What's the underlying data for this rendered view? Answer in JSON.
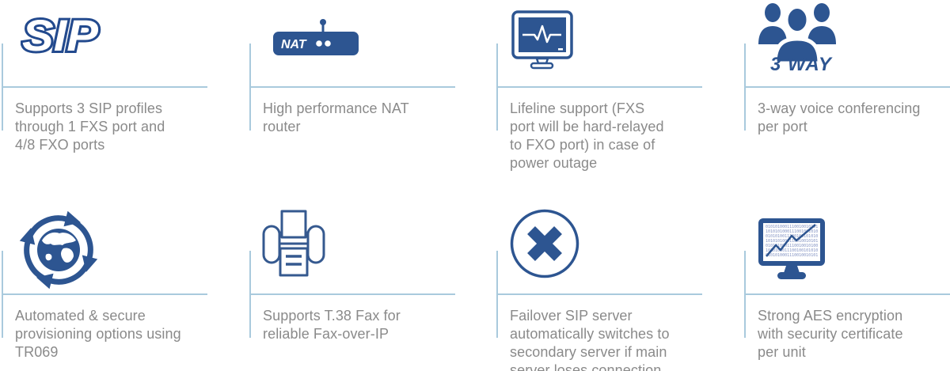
{
  "colors": {
    "primary_blue": "#2d5591",
    "logo_blue": "#234a8e",
    "divider_blue": "#a9cadd",
    "text_gray": "#8a8a8a"
  },
  "features": [
    {
      "name": "sip-profiles",
      "icon": "sip-logo",
      "logo_text": "SIP",
      "description": "Supports 3 SIP profiles\nthrough 1 FXS port and\n4/8 FXO ports"
    },
    {
      "name": "nat-router",
      "icon": "nat-router-icon",
      "logo_text": "NAT",
      "description": "High performance NAT\nrouter"
    },
    {
      "name": "lifeline-support",
      "icon": "heartbeat-monitor-icon",
      "description": "Lifeline support (FXS\nport will be hard-relayed\nto FXO port) in case of\npower outage"
    },
    {
      "name": "three-way-conferencing",
      "icon": "conference-group-icon",
      "logo_text": "3 WAY",
      "description": "3-way voice conferencing\nper port"
    },
    {
      "name": "auto-provisioning",
      "icon": "globe-sync-icon",
      "description": "Automated & secure\nprovisioning options using\nTR069"
    },
    {
      "name": "t38-fax",
      "icon": "fax-printer-icon",
      "description": "Supports T.38 Fax for\nreliable Fax-over-IP"
    },
    {
      "name": "sip-failover",
      "icon": "failover-x-circle-icon",
      "description": "Failover SIP server\nautomatically switches to\nsecondary server if main\nserver loses connection"
    },
    {
      "name": "aes-encryption",
      "icon": "encrypted-screen-icon",
      "description": "Strong AES encryption\nwith security certificate\nper unit"
    }
  ],
  "encrypted_screen": {
    "binary_rows": [
      "0101010001110010010101",
      "1010101000111001001010",
      "0101010011100100101010",
      "1010101000110010010101",
      "0101010001110010010100",
      "1010100011100100101010",
      "0101010001110010010101"
    ]
  }
}
